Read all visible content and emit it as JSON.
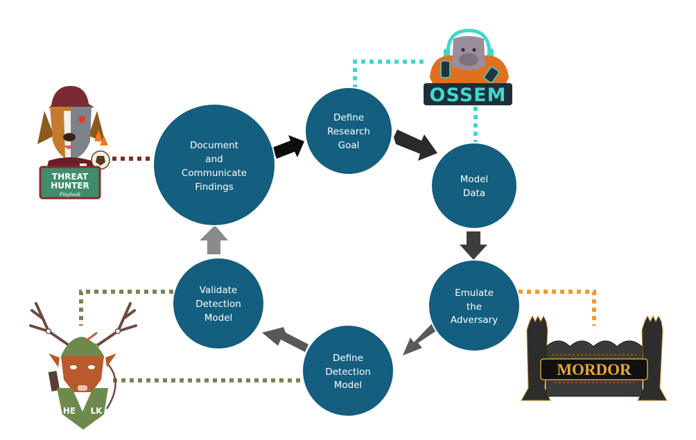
{
  "diagram": {
    "title": "Threat Hunting Research Cycle",
    "colors": {
      "node_fill": "#145e7f",
      "node_text": "#ffffff",
      "arrow_dark": "#1f1f1f",
      "arrow_mid": "#3b3b3b",
      "arrow_gray": "#575757",
      "arrow_light": "#808080",
      "connector_teal": "#3dd9cc",
      "connector_orange": "#f39a2d",
      "connector_olive": "#7a8553",
      "connector_maroon": "#7d2b2b"
    },
    "nodes": [
      {
        "id": "document",
        "lines": [
          "Document",
          "and",
          "Communicate",
          "Findings"
        ]
      },
      {
        "id": "research-goal",
        "lines": [
          "Define",
          "Research",
          "Goal"
        ]
      },
      {
        "id": "model-data",
        "lines": [
          "Model",
          "Data"
        ]
      },
      {
        "id": "emulate",
        "lines": [
          "Emulate",
          "the",
          "Adversary"
        ]
      },
      {
        "id": "detection-model",
        "lines": [
          "Define",
          "Detection",
          "Model"
        ]
      },
      {
        "id": "validate",
        "lines": [
          "Validate",
          "Detection",
          "Model"
        ]
      }
    ],
    "edges": [
      {
        "from": "document",
        "to": "research-goal"
      },
      {
        "from": "research-goal",
        "to": "model-data"
      },
      {
        "from": "model-data",
        "to": "emulate"
      },
      {
        "from": "emulate",
        "to": "detection-model"
      },
      {
        "from": "detection-model",
        "to": "validate"
      },
      {
        "from": "validate",
        "to": "document"
      }
    ],
    "logos": [
      {
        "id": "threat-hunter-playbook",
        "lines": [
          "THREAT",
          "HUNTER"
        ],
        "script": "Playbook",
        "linked_to": "document"
      },
      {
        "id": "ossem",
        "text": "OSSEM",
        "linked_to": "model-data"
      },
      {
        "id": "mordor",
        "text": "MORDOR",
        "linked_to": "emulate"
      },
      {
        "id": "helk",
        "text_left": "HE",
        "text_right": "LK",
        "linked_to": "validate"
      }
    ]
  }
}
